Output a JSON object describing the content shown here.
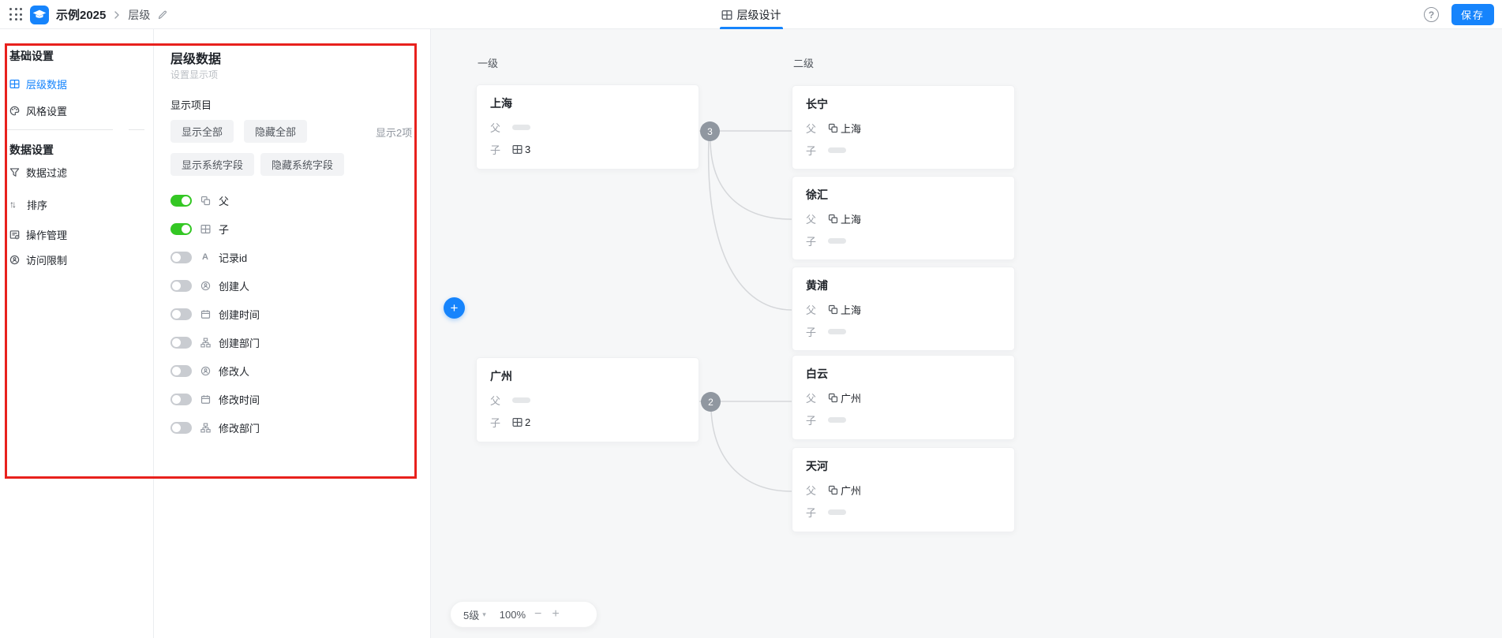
{
  "topbar": {
    "app_title": "示例2025",
    "breadcrumb_page": "层级",
    "tab_label": "层级设计",
    "help_glyph": "?",
    "save_label": "保存"
  },
  "sidebar": {
    "sections": [
      {
        "header": "基础设置",
        "items": [
          {
            "label": "层级数据",
            "icon": "table-icon",
            "active": true
          },
          {
            "label": "风格设置",
            "icon": "palette-icon",
            "active": false
          }
        ]
      },
      {
        "header": "数据设置",
        "items": [
          {
            "label": "数据过滤",
            "icon": "filter-icon",
            "active": false
          },
          {
            "label": "排序",
            "icon": "sort-icon",
            "active": false
          },
          {
            "label": "操作管理",
            "icon": "operations-icon",
            "active": false
          },
          {
            "label": "访问限制",
            "icon": "access-icon",
            "active": false
          }
        ]
      }
    ]
  },
  "panel": {
    "title": "层级数据",
    "subtitle": "设置显示项",
    "section_label": "显示项目",
    "bulk_buttons": [
      "显示全部",
      "隐藏全部",
      "显示系统字段",
      "隐藏系统字段"
    ],
    "shown_count": "显示2项",
    "fields": [
      {
        "label": "父",
        "on": true,
        "icon": "relation-icon"
      },
      {
        "label": "子",
        "on": true,
        "icon": "table-icon"
      },
      {
        "label": "记录id",
        "on": false,
        "icon": "text-field-icon"
      },
      {
        "label": "创建人",
        "on": false,
        "icon": "user-icon"
      },
      {
        "label": "创建时间",
        "on": false,
        "icon": "calendar-icon"
      },
      {
        "label": "创建部门",
        "on": false,
        "icon": "department-icon"
      },
      {
        "label": "修改人",
        "on": false,
        "icon": "user-icon"
      },
      {
        "label": "修改时间",
        "on": false,
        "icon": "calendar-icon"
      },
      {
        "label": "修改部门",
        "on": false,
        "icon": "department-icon"
      }
    ],
    "icons": {
      "text_field_glyph": "A"
    }
  },
  "canvas": {
    "column_labels": [
      "一级",
      "二级"
    ],
    "parent_label": "父",
    "child_label": "子",
    "cards": [
      {
        "title": "上海",
        "parent": "",
        "children_count": "3"
      },
      {
        "title": "广州",
        "parent": "",
        "children_count": "2"
      },
      {
        "title": "长宁",
        "parent": "上海",
        "children_count": ""
      },
      {
        "title": "徐汇",
        "parent": "上海",
        "children_count": ""
      },
      {
        "title": "黄浦",
        "parent": "上海",
        "children_count": ""
      },
      {
        "title": "白云",
        "parent": "广州",
        "children_count": ""
      },
      {
        "title": "天河",
        "parent": "广州",
        "children_count": ""
      }
    ],
    "badges": [
      "3",
      "2"
    ],
    "plus_glyph": "+",
    "zoombar": {
      "level": "5级",
      "caret": "▾",
      "zoom": "100%",
      "minus": "−",
      "plus": "+"
    }
  },
  "colors": {
    "accent_blue": "#1684fc",
    "toggle_green": "#34c724",
    "annotation_red": "#e8211d",
    "badge_gray": "#9097a0"
  }
}
